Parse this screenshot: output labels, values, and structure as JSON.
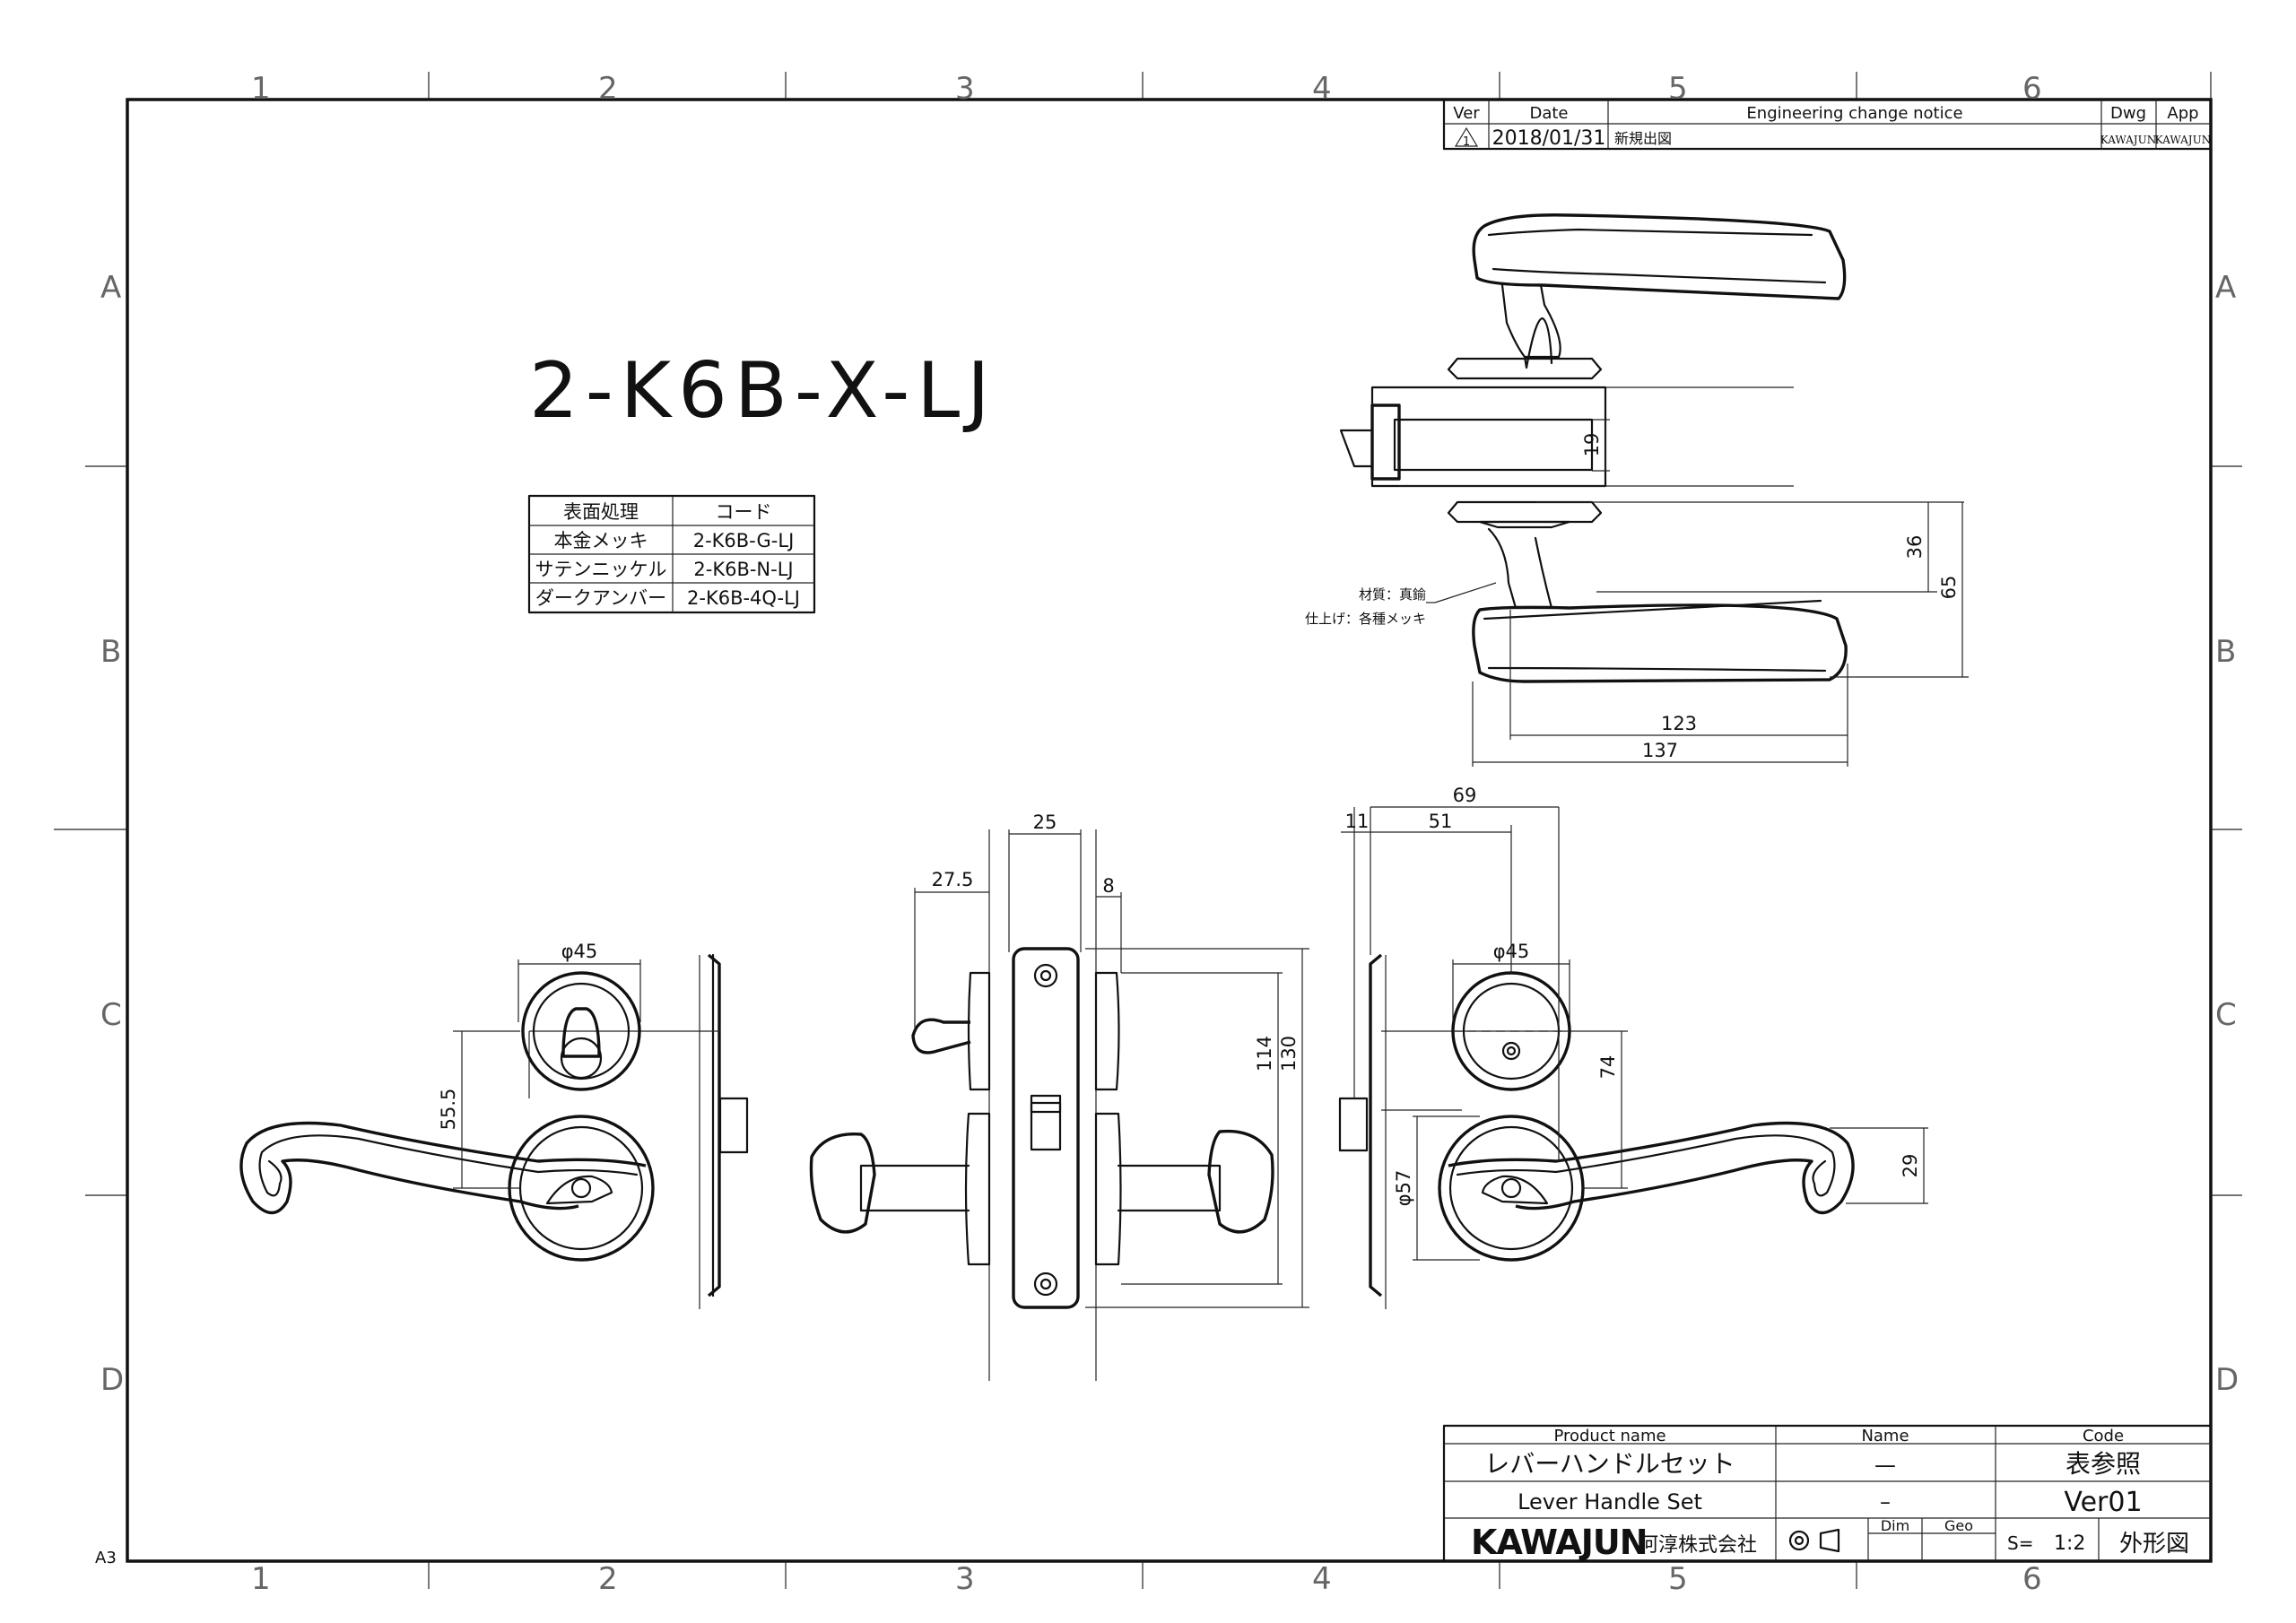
{
  "zones": {
    "columns": [
      "1",
      "2",
      "3",
      "4",
      "5",
      "6"
    ],
    "rows": [
      "A",
      "B",
      "C",
      "D"
    ],
    "sheet_size": "A3"
  },
  "title": "2-K6B-X-LJ",
  "finish_table": {
    "headers": [
      "表面処理",
      "コード"
    ],
    "rows": [
      [
        "本金メッキ",
        "2-K6B-G-LJ"
      ],
      [
        "サテンニッケル",
        "2-K6B-N-LJ"
      ],
      [
        "ダークアンバー",
        "2-K6B-4Q-LJ"
      ]
    ]
  },
  "revision_table": {
    "headers": [
      "Ver",
      "Date",
      "Engineering change notice",
      "Dwg",
      "App"
    ],
    "row": [
      "1",
      "2018/01/31",
      "新規出図",
      "KAWAJUN",
      "KAWAJUN"
    ]
  },
  "notes": {
    "material": "材質：真鍮",
    "finish": "仕上げ：各種メッキ"
  },
  "dimensions": {
    "top_view": [
      "19",
      "36",
      "65",
      "123",
      "137"
    ],
    "left_view": [
      "φ45",
      "55.5"
    ],
    "middle_view": [
      "25",
      "27.5",
      "8",
      "114",
      "130"
    ],
    "right_view": [
      "69",
      "11",
      "51",
      "φ45",
      "74",
      "φ57",
      "29"
    ]
  },
  "title_block": {
    "product_name_header": "Product name",
    "name_header": "Name",
    "code_header": "Code",
    "product_name_jp": "レバーハンドルセット",
    "product_name_en": "Lever Handle Set",
    "name_row1": "—",
    "name_row2": "–",
    "code_row1": "表参照",
    "code_row2": "Ver01",
    "company_logo": "KAWAJUN",
    "company_name": "河淳株式会社",
    "dim_label": "Dim",
    "geo_label": "Geo",
    "scale_label": "S=",
    "scale_value": "1:2",
    "drawing_type": "外形図"
  }
}
